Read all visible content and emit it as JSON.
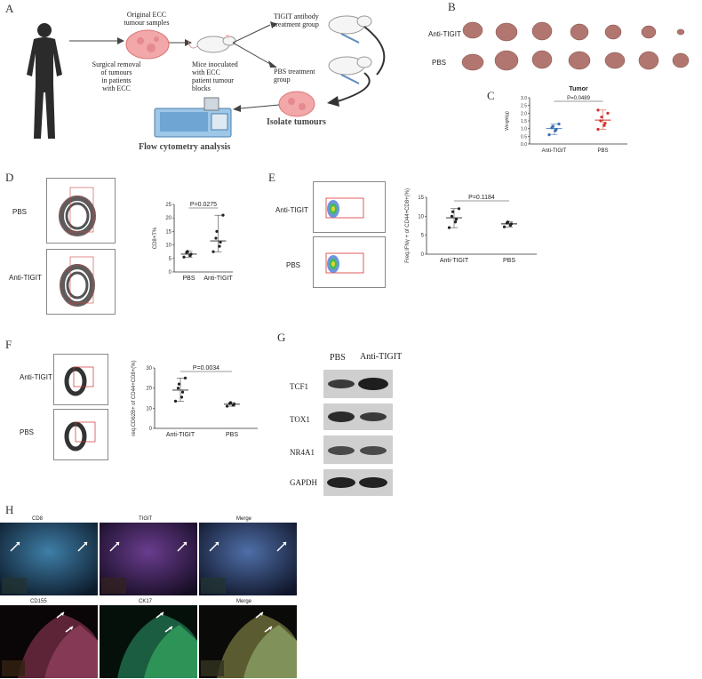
{
  "panels": {
    "A": "A",
    "B": "B",
    "C": "C",
    "D": "D",
    "E": "E",
    "F": "F",
    "G": "G",
    "H": "H"
  },
  "panelA": {
    "original_samples": "Original ECC\ntumour samples",
    "surgical": "Surgical removal\nof tumours\nin patients\nwith ECC",
    "mice": "Mice inoculated\nwith ECC\npatient tumour\nblocks",
    "tigit_group": "TIGIT antibody\ntreatment group",
    "pbs_group": "PBS treatment\ngroup",
    "isolate": "Isolate tumours",
    "flow": "Flow cytometry analysis"
  },
  "panelB": {
    "row1": "Anti-TIGIT",
    "row2": "PBS"
  },
  "chart_data": [
    {
      "id": "C",
      "type": "scatter",
      "title": "Tumor",
      "ylabel": "Weight(g)",
      "categories": [
        "Anti-TIGIT",
        "PBS"
      ],
      "ylim": [
        0,
        3
      ],
      "yticks": [
        "0.0",
        "0.5",
        "1.0",
        "1.5",
        "2.0",
        "2.5",
        "3.0"
      ],
      "annotation": "P=0.0489",
      "series": [
        {
          "name": "Anti-TIGIT",
          "color": "#3a6fb0",
          "values": [
            0.6,
            0.85,
            0.95,
            1.05,
            1.15,
            1.3
          ]
        },
        {
          "name": "PBS",
          "color": "#d0302a",
          "values": [
            0.95,
            1.2,
            1.35,
            1.5,
            1.75,
            2.0,
            2.2
          ]
        }
      ],
      "means": [
        1.0,
        1.55
      ]
    },
    {
      "id": "D",
      "type": "scatter",
      "ylabel": "CD8+T%",
      "categories": [
        "PBS",
        "Anti-TIGIT"
      ],
      "ylim": [
        0,
        25
      ],
      "yticks": [
        "0",
        "5",
        "10",
        "15",
        "20",
        "25"
      ],
      "annotation": "P=0.0275",
      "series": [
        {
          "name": "PBS",
          "color": "#222222",
          "values": [
            5.5,
            6.0,
            6.6,
            7.2,
            7.6
          ]
        },
        {
          "name": "Anti-TIGIT",
          "color": "#222222",
          "values": [
            7.5,
            9.5,
            11.0,
            12.5,
            15.0,
            21.0
          ]
        }
      ],
      "means": [
        6.6,
        11.5
      ]
    },
    {
      "id": "E",
      "type": "scatter",
      "ylabel": "Freq.IFNγ + of CD44+CD8+(%)",
      "categories": [
        "Anti-TIGIT",
        "PBS"
      ],
      "ylim": [
        0,
        15
      ],
      "yticks": [
        "0",
        "5",
        "10",
        "15"
      ],
      "annotation": "P=0.1184",
      "series": [
        {
          "name": "Anti-TIGIT",
          "color": "#222222",
          "values": [
            7.0,
            8.5,
            9.2,
            10.0,
            11.2,
            12.0
          ]
        },
        {
          "name": "PBS",
          "color": "#222222",
          "values": [
            7.2,
            7.6,
            8.0,
            8.2,
            8.5
          ]
        }
      ],
      "means": [
        9.6,
        8.0
      ]
    },
    {
      "id": "F",
      "type": "scatter",
      "ylabel": "req.CD62B+ of CD44+CD8+(%)",
      "categories": [
        "Anti-TIGIT",
        "PBS"
      ],
      "ylim": [
        0,
        30
      ],
      "yticks": [
        "0",
        "10",
        "20",
        "30"
      ],
      "annotation": "P=0.0034",
      "series": [
        {
          "name": "Anti-TIGIT",
          "color": "#222222",
          "values": [
            13.5,
            15.5,
            18.0,
            20.0,
            22.0,
            25.0
          ]
        },
        {
          "name": "PBS",
          "color": "#222222",
          "values": [
            11.0,
            11.5,
            12.0,
            12.3,
            12.8
          ]
        }
      ],
      "means": [
        19.0,
        12.0
      ]
    }
  ],
  "panelD": {
    "row1": "PBS",
    "row2": "Anti-TIGIT"
  },
  "panelE": {
    "row1": "Anti-TIGIT",
    "row2": "PBS"
  },
  "panelF": {
    "row1": "Anti-TIGIT",
    "row2": "PBS"
  },
  "panelG": {
    "col1": "PBS",
    "col2": "Anti-TIGIT",
    "rows": [
      "TCF1",
      "TOX1",
      "NR4A1",
      "GAPDH"
    ]
  },
  "panelH": {
    "top": [
      "CD8",
      "TIGIT",
      "Merge"
    ],
    "bottom": [
      "CD155",
      "CK17",
      "Merge"
    ]
  }
}
